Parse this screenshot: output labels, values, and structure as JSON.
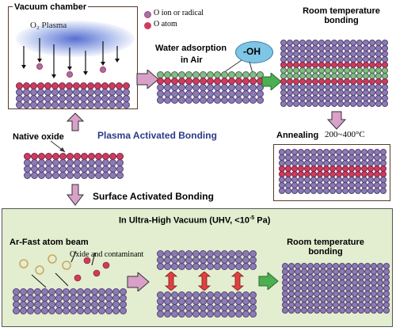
{
  "labels": {
    "vacuum_chamber": "Vacuum chamber",
    "o2_plasma": "O₂ Plasma",
    "legend_ion": "O ion or radical",
    "legend_atom": "O atom",
    "water_adsorption_1": "Water adsorption",
    "water_adsorption_2": "in Air",
    "oh": "-OH",
    "room_temp_1_a": "Room temperature",
    "room_temp_1_b": "bonding",
    "native_oxide": "Native oxide",
    "plasma_activated": "Plasma Activated Bonding",
    "annealing": "Annealing",
    "annealing_range": "200~400°C",
    "surface_activated": "Surface Activated Bonding",
    "uhv_title": "In Ultra-High Vacuum (UHV, <10",
    "uhv_exp": "-5",
    "uhv_unit": " Pa)",
    "ar_beam": "Ar-Fast atom beam",
    "oxide_contaminant": "Oxide and contaminant",
    "room_temp_2_a": "Room temperature",
    "room_temp_2_b": "bonding"
  },
  "colors": {
    "atom_purple": "#8b7bb5",
    "atom_red": "#d23a5a",
    "atom_green": "#7fbf7f",
    "arrow_pink": "#d9a0c8",
    "arrow_green": "#4caf50",
    "arrow_red": "#e04040",
    "bottom_panel": "#e3edd0",
    "oh_bubble": "#7fc6e6",
    "plasma_blue": "#3a56c8"
  }
}
